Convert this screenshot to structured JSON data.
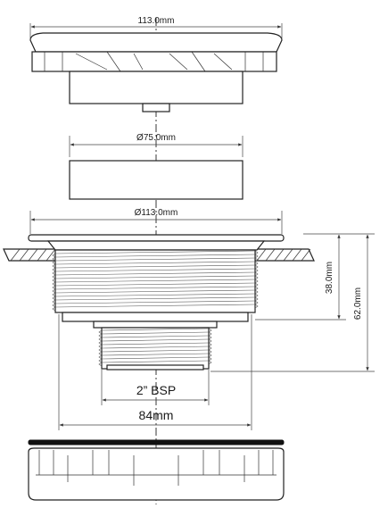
{
  "dimensions": {
    "cap_width": "113.0mm",
    "insert_diameter": "Ø75.0mm",
    "flange_diameter": "Ø113.0mm",
    "body_height": "38.0mm",
    "overall_height": "62.0mm",
    "thread_size": "2” BSP",
    "thread_outer": "84mm"
  }
}
